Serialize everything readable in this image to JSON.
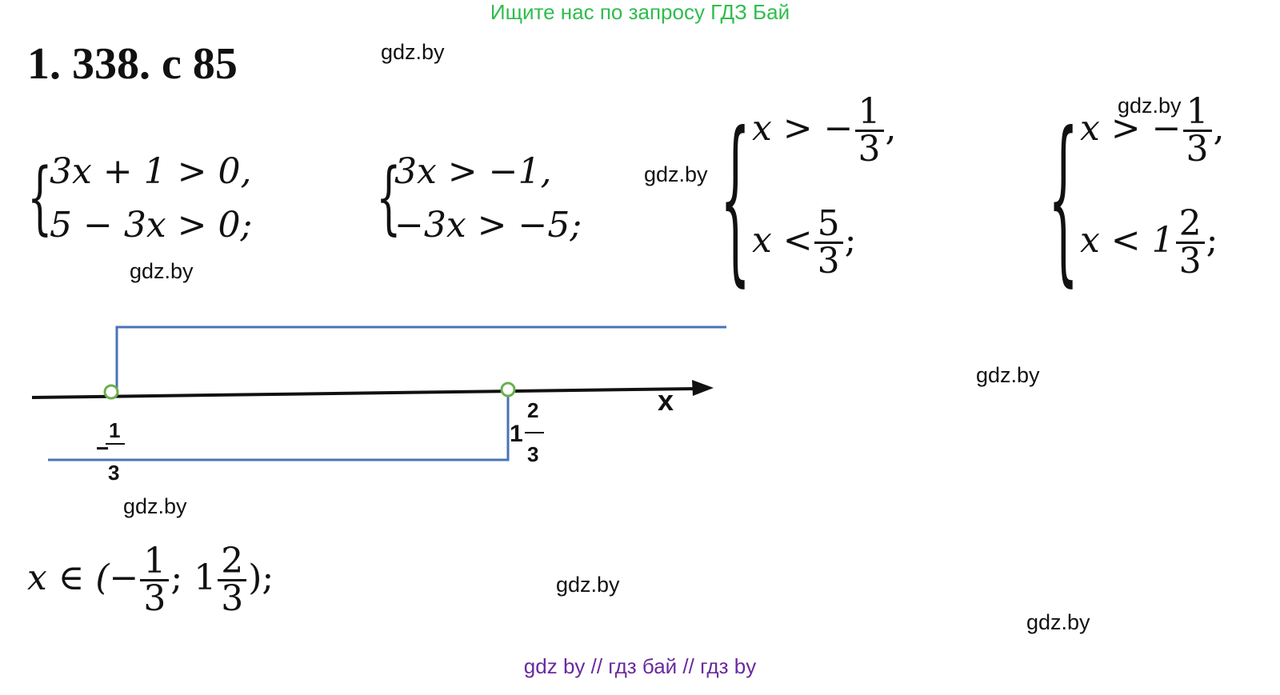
{
  "banner": "Ищите нас по запросу ГДЗ Бай",
  "title": "1. 338. с 85",
  "watermark": "gdz.by",
  "footer": "gdz by  //  гдз бай  //  гдз by",
  "system1": {
    "line1": "3x + 1 > 0,",
    "line2": "5 − 3x > 0;"
  },
  "system2": {
    "line1": "3x > −1,",
    "line2": "−3x > −5;"
  },
  "system3": {
    "line1_lhs": "x > −",
    "line1_num": "1",
    "line1_den": "3",
    "line1_end": ",",
    "line2_lhs": "x <",
    "line2_num": "5",
    "line2_den": "3",
    "line2_end": ";"
  },
  "system4": {
    "line1_lhs": "x > −",
    "line1_num": "1",
    "line1_den": "3",
    "line1_end": ",",
    "line2_lhs": "x < 1",
    "line2_num": "2",
    "line2_den": "3",
    "line2_end": ";"
  },
  "number_line": {
    "axis_label": "x",
    "left_point": {
      "sign": "−",
      "num": "1",
      "den": "3"
    },
    "right_point": {
      "whole": "1",
      "num": "2",
      "den": "3"
    }
  },
  "answer": {
    "prefix": "x ∈ (−",
    "num1": "1",
    "den1": "3",
    "mid": "; 1",
    "num2": "2",
    "den2": "3",
    "end": ");"
  }
}
